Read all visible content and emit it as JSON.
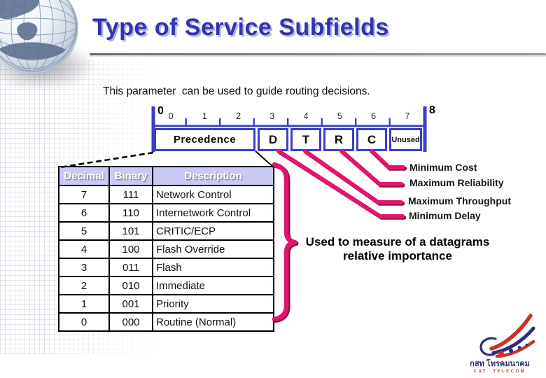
{
  "title": "Type of Service Subfields",
  "subtitle": "This parameter  can be used to guide routing decisions.",
  "bitfield": {
    "left_index": "0",
    "right_index": "8",
    "tick_labels": [
      "0",
      "1",
      "2",
      "3",
      "4",
      "5",
      "6",
      "7"
    ],
    "fields": [
      {
        "label": "Precedence"
      },
      {
        "label": "D"
      },
      {
        "label": "T"
      },
      {
        "label": "R"
      },
      {
        "label": "C"
      },
      {
        "label": "Unused"
      }
    ]
  },
  "flag_labels": [
    {
      "bit": "C",
      "label": "Minimum Cost"
    },
    {
      "bit": "R",
      "label": "Maximum Reliability"
    },
    {
      "bit": "T",
      "label": "Maximum Throughput"
    },
    {
      "bit": "D",
      "label": "Minimum Delay"
    }
  ],
  "precedence_table": {
    "headers": [
      "Decimal",
      "Binary",
      "Description"
    ],
    "rows": [
      [
        "7",
        "111",
        "Network Control"
      ],
      [
        "6",
        "110",
        "Internetwork Control"
      ],
      [
        "5",
        "101",
        "CRITIC/ECP"
      ],
      [
        "4",
        "100",
        "Flash Override"
      ],
      [
        "3",
        "011",
        "Flash"
      ],
      [
        "2",
        "010",
        "Immediate"
      ],
      [
        "1",
        "001",
        "Priority"
      ],
      [
        "0",
        "000",
        "Routine (Normal)"
      ]
    ]
  },
  "annotation": {
    "line1": "Used to measure of a datagrams",
    "line2": "relative importance"
  },
  "logo": {
    "thai": "กสท โทรคมนาคม",
    "latin": "CAT TELECOM"
  },
  "colors": {
    "title_blue": "#3232b4",
    "box_blue": "#3a3fc5",
    "header_lavender": "#c9c9f3",
    "accent_pink": "#e3146e",
    "pink_shadow": "#8e0b47",
    "logo_red": "#ce2f28",
    "logo_navy": "#27307e"
  }
}
